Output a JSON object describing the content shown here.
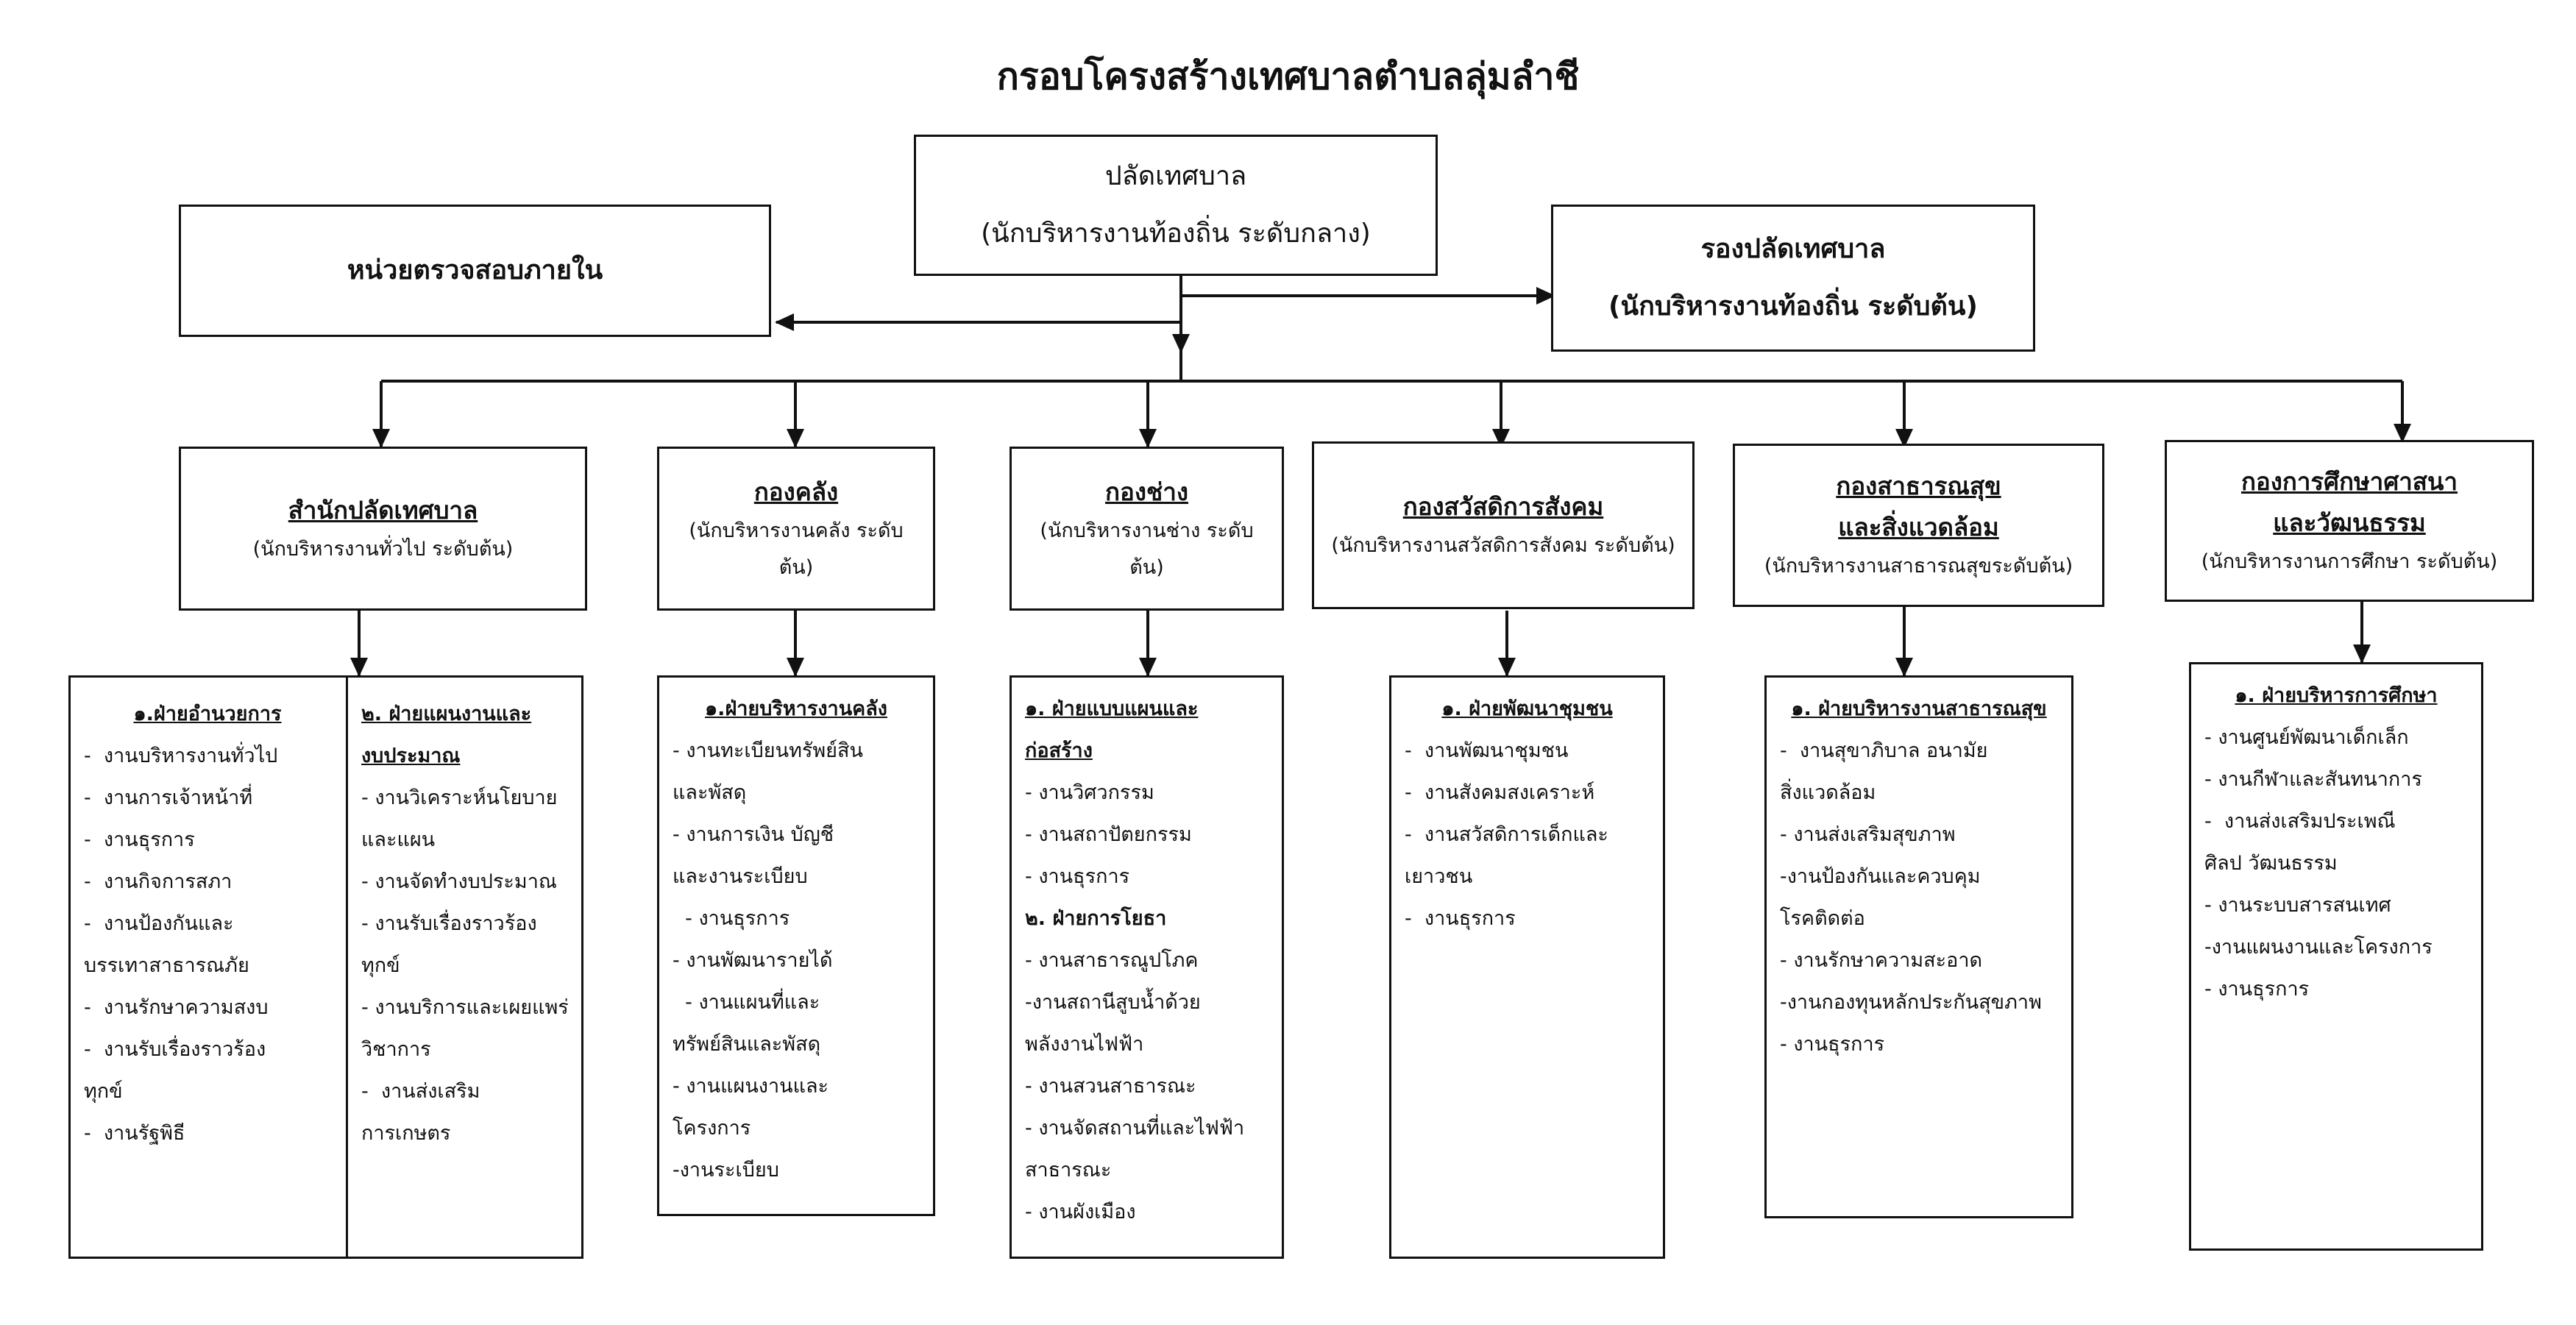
{
  "title": "กรอบโครงสร้างเทศบาลตำบลลุ่มลำชี",
  "top": {
    "clerk": {
      "line1": "ปลัดเทศบาล",
      "line2": "(นักบริหารงานท้องถิ่น ระดับกลาง)"
    },
    "audit": {
      "line1": "หน่วยตรวจสอบภายใน"
    },
    "deputy": {
      "line1": "รองปลัดเทศบาล",
      "line2": "(นักบริหารงานท้องถิ่น ระดับต้น)"
    }
  },
  "departments": [
    {
      "title1": "สำนักปลัดเทศบาล",
      "title2": "",
      "sub": "(นักบริหารงานทั่วไป ระดับต้น)"
    },
    {
      "title1": "กองคลัง",
      "title2": "",
      "sub": "(นักบริหารงานคลัง ระดับต้น)"
    },
    {
      "title1": "กองช่าง",
      "title2": "",
      "sub": "(นักบริหารงานช่าง ระดับต้น)"
    },
    {
      "title1": "กองสวัสดิการสังคม",
      "title2": "",
      "sub": "(นักบริหารงานสวัสดิการสังคม ระดับต้น)"
    },
    {
      "title1": "กองสาธารณสุข",
      "title2": "และสิ่งแวดล้อม",
      "sub": "(นักบริหารงานสาธารณสุขระดับต้น)"
    },
    {
      "title1": "กองการศึกษาศาสนา",
      "title2": "และวัฒนธรรม",
      "sub": "(นักบริหารงานการศึกษา ระดับต้น)"
    }
  ],
  "units": {
    "office_a": {
      "heading": "๑.ฝ่ายอำนวยการ",
      "items": [
        "-  งานบริหารงานทั่วไป",
        "-  งานการเจ้าหน้าที่",
        "-  งานธุรการ",
        "-  งานกิจการสภา",
        "-  งานป้องกันและ",
        "บรรเทาสาธารณภัย",
        "-  งานรักษาความสงบ",
        "-  งานรับเรื่องราวร้อง",
        "ทุกข์",
        "-  งานรัฐพิธี"
      ]
    },
    "office_b": {
      "heading1": "๒. ฝ่ายแผนงานและ",
      "heading2": "งบประมาณ",
      "items": [
        "- งานวิเคราะห์นโยบาย",
        "และแผน",
        "- งานจัดทำงบประมาณ",
        "- งานรับเรื่องราวร้อง",
        "ทุกข์",
        "- งานบริการและเผยแพร่",
        "วิชาการ",
        "-  งานส่งเสริม",
        "การเกษตร"
      ]
    },
    "finance": {
      "heading": "๑.ฝ่ายบริหารงานคลัง",
      "items": [
        "- งานทะเบียนทรัพย์สิน",
        "และพัสดุ",
        "- งานการเงิน บัญชี",
        "และงานระเบียบ",
        "  - งานธุรการ",
        "- งานพัฒนารายได้",
        "  - งานแผนที่และ",
        "ทรัพย์สินและพัสดุ",
        "- งานแผนงานและ",
        "โครงการ",
        "-งานระเบียบ"
      ]
    },
    "engineering": {
      "heading1": "๑. ฝ่ายแบบแผนและ",
      "heading2": "ก่อสร้าง",
      "items1": [
        "- งานวิศวกรรม",
        "- งานสถาปัตยกรรม",
        "- งานธุรการ"
      ],
      "heading3": "๒. ฝ่ายการโยธา",
      "items2": [
        "- งานสาธารณูปโภค",
        "-งานสถานีสูบน้ำด้วย",
        "พลังงานไฟฟ้า",
        "- งานสวนสาธารณะ",
        "- งานจัดสถานที่และไฟฟ้า",
        "สาธารณะ",
        "- งานผังเมือง"
      ]
    },
    "welfare": {
      "heading": "๑. ฝ่ายพัฒนาชุมชน",
      "items": [
        "-  งานพัฒนาชุมชน",
        "-  งานสังคมสงเคราะห์",
        "-  งานสวัสดิการเด็กและ",
        "เยาวชน",
        "-  งานธุรการ"
      ]
    },
    "health": {
      "heading": "๑. ฝ่ายบริหารงานสาธารณสุข",
      "items": [
        "-  งานสุขาภิบาล อนามัย",
        "สิ่งแวดล้อม",
        "- งานส่งเสริมสุขภาพ",
        "-งานป้องกันและควบคุม",
        "โรคติดต่อ",
        "- งานรักษาความสะอาด",
        "-งานกองทุนหลักประกันสุขภาพ",
        "- งานธุรการ"
      ]
    },
    "education": {
      "heading": "๑. ฝ่ายบริหารการศึกษา",
      "items": [
        "- งานศูนย์พัฒนาเด็กเล็ก",
        "- งานกีฬาและสันทนาการ",
        "-  งานส่งเสริมประเพณี",
        "ศิลป วัฒนธรรม",
        "- งานระบบสารสนเทศ",
        "-งานแผนงานและโครงการ",
        "- งานธุรการ"
      ]
    }
  }
}
